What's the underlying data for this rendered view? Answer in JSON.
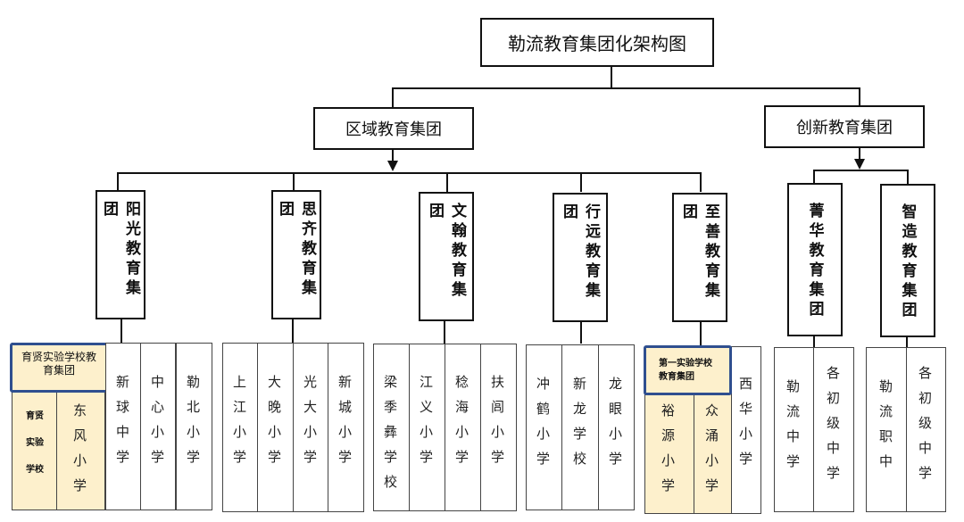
{
  "root": {
    "title": "勒流教育集团化架构图"
  },
  "level1": [
    {
      "label": "区域教育集团"
    },
    {
      "label": "创新教育集团"
    }
  ],
  "groups": [
    {
      "label": "阳光教育集团",
      "sub_group": {
        "label": "育贤实验学校教育集团",
        "members": [
          "育贤实验学校",
          "东风小学"
        ]
      },
      "schools": [
        "新球中学",
        "中心小学",
        "勒北小学"
      ]
    },
    {
      "label": "思齐教育集团",
      "schools": [
        "上江小学",
        "大晚小学",
        "光大小学",
        "新城小学"
      ]
    },
    {
      "label": "文翰教育集团",
      "schools": [
        "梁季彝学校",
        "江义小学",
        "稔海小学",
        "扶闾小学"
      ]
    },
    {
      "label": "行远教育集团",
      "schools": [
        "冲鹤小学",
        "新龙学校",
        "龙眼小学"
      ]
    },
    {
      "label": "至善教育集团",
      "sub_group": {
        "label": "第一实验学校教育集团",
        "members": [
          "裕源小学",
          "众涌小学"
        ]
      },
      "schools": [
        "西华小学"
      ]
    },
    {
      "label": "菁华教育集团",
      "schools": [
        "勒流中学",
        "各初级中学"
      ]
    },
    {
      "label": "智造教育集团",
      "schools": [
        "勒流职中",
        "各初级中学"
      ]
    }
  ],
  "colors": {
    "line": "#111111",
    "highlight_fill": "#fdf0cc",
    "highlight_border": "#2f4f8f"
  }
}
